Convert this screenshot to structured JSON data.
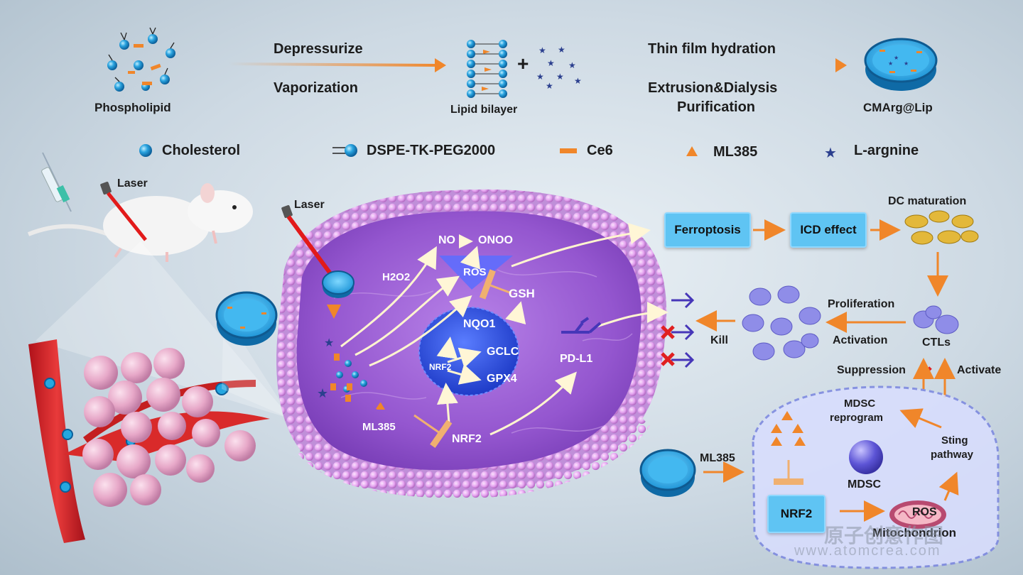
{
  "top_row": {
    "phospholipid": "Phospholipid",
    "depressurize": "Depressurize",
    "vaporization": "Vaporization",
    "lipid_bilayer": "Lipid bilayer",
    "plus": "+",
    "thin_film": "Thin film hydration",
    "extrusion": "Extrusion&Dialysis",
    "purification": "Purification",
    "product": "CMArg@Lip"
  },
  "legend": [
    {
      "label": "Cholesterol",
      "icon": "sphere-icon"
    },
    {
      "label": "DSPE-TK-PEG2000",
      "icon": "lipid-tail-icon"
    },
    {
      "label": "Ce6",
      "icon": "orange-bar-icon"
    },
    {
      "label": "ML385",
      "icon": "orange-triangle-icon"
    },
    {
      "label": "L-argnine",
      "icon": "star-icon"
    }
  ],
  "mouse": {
    "laser": "Laser"
  },
  "cell": {
    "laser": "Laser",
    "no": "NO",
    "onoo": "ONOO",
    "ros": "ROS",
    "h2o2": "H2O2",
    "gsh": "GSH",
    "nqo1": "NQO1",
    "gclc": "GCLC",
    "gpx4": "GPX4",
    "nrf2_nucleus": "NRF2",
    "pdl1": "PD-L1",
    "ml385": "ML385",
    "nrf2": "NRF2"
  },
  "immune": {
    "ferroptosis": "Ferroptosis",
    "icd": "ICD effect",
    "dc": "DC maturation",
    "proliferation": "Proliferation",
    "activation": "Activation",
    "kill": "Kill",
    "ctls": "CTLs",
    "suppression": "Suppression",
    "activate": "Activate"
  },
  "mdsc": {
    "ml385_arrow": "ML385",
    "reprogram_1": "MDSC",
    "reprogram_2": "reprogram",
    "sting_1": "Sting",
    "sting_2": "pathway",
    "mdsc": "MDSC",
    "nrf2": "NRF2",
    "ros": "ROS",
    "mito": "Mitochondrion"
  },
  "watermark": {
    "brand": "原子创意作图",
    "url": "www.atomcrea.com"
  },
  "colors": {
    "arrow_orange": "#f0862a",
    "box_blue": "#5fc4f3",
    "cell_purple": "#9b55c9",
    "nucleus_blue": "#2f4fe0",
    "inhibit_red": "#e02020"
  }
}
